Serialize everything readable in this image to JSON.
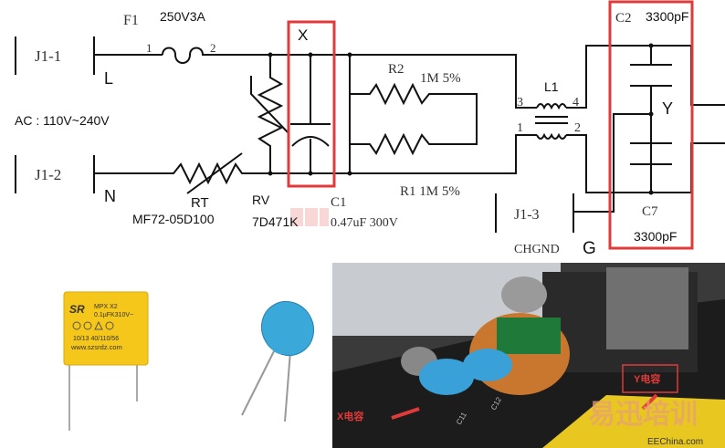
{
  "schematic": {
    "j1_1": "J1-1",
    "j1_2": "J1-2",
    "j1_3": "J1-3",
    "line_L": "L",
    "line_N": "N",
    "ground_G": "G",
    "chgnd": "CHGND",
    "ac_input": "AC : 110V~240V",
    "fuse_ref": "F1",
    "fuse_value": "250V3A",
    "fuse_pin1": "1",
    "fuse_pin2": "2",
    "rt_ref": "RT",
    "rt_value": "MF72-05D100",
    "rv_ref": "RV",
    "rv_value": "7D471K",
    "c1_ref": "C1",
    "c1_value": "0.47uF 300V",
    "x_label": "X",
    "y_label": "Y",
    "r2_ref": "R2",
    "r2_value": "1M  5%",
    "r1_label": "R1  1M  5%",
    "l1_ref": "L1",
    "l1_pins": [
      "3",
      "4",
      "1",
      "2"
    ],
    "c2_ref": "C2",
    "c2_value": "3300pF",
    "c7_ref": "C7",
    "c7_value": "3300pF"
  },
  "x_cap_photo": {
    "brand": "SR",
    "line1": "MPX  X2",
    "line2": "0.1µFK310V~",
    "line3": "10/13  40/110/56",
    "website": "www.szsrdz.com"
  },
  "board_photo": {
    "x_callout": "X电容",
    "y_callout": "Y电容",
    "silk_c11": "C11",
    "silk_c12": "C12",
    "watermark": "易迅培训",
    "watermark_site": "EEChina.com"
  },
  "colors": {
    "highlight": "#e03a3a"
  }
}
